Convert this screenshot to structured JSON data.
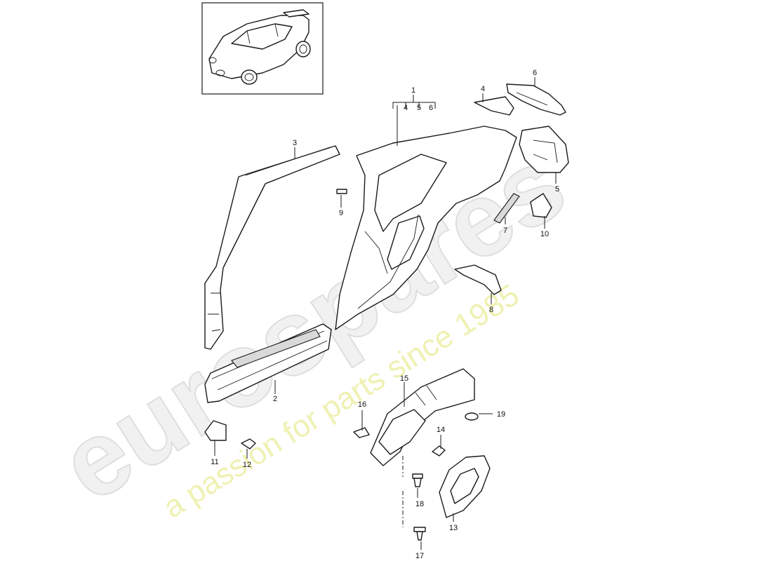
{
  "watermark": {
    "brand": "eurospares",
    "tagline": "a passion for parts since 1985",
    "tagline_color": "#e9ec9a"
  },
  "thumbnail": {
    "icon": "car-thumbnail-icon"
  },
  "callouts": {
    "c1": "1",
    "c1_sub4": "4",
    "c1_sub5": "5",
    "c1_sub6": "6",
    "c2": "2",
    "c3": "3",
    "c4": "4",
    "c5": "5",
    "c6": "6",
    "c7": "7",
    "c8": "8",
    "c9": "9",
    "c10": "10",
    "c11": "11",
    "c12": "12",
    "c13": "13",
    "c14": "14",
    "c15": "15",
    "c16": "16",
    "c17": "17",
    "c18": "18",
    "c19": "19"
  }
}
